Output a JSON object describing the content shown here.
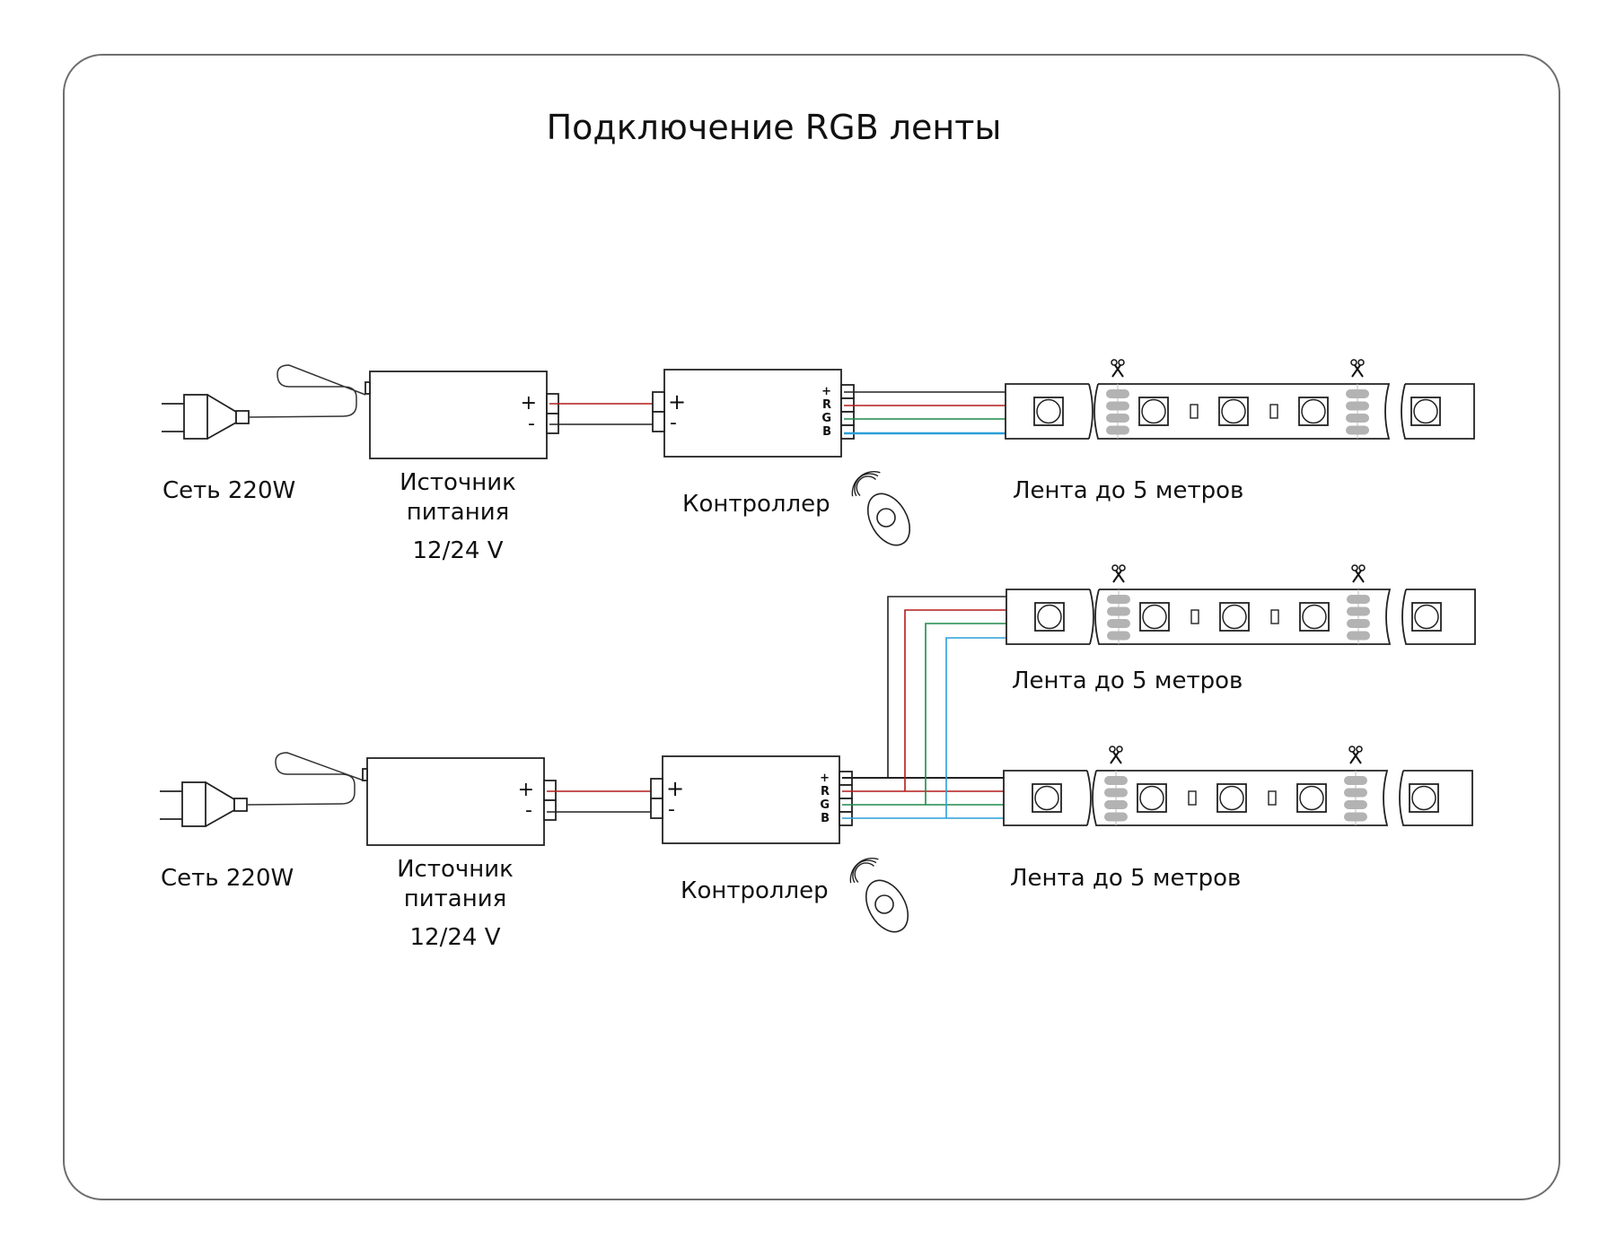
{
  "title": "Подключение RGB ленты",
  "colors": {
    "frame": "#6e6e6e",
    "wire_plus": "#222222",
    "wire_r": "#b31b1b",
    "wire_g": "#1f8a4c",
    "wire_b": "#2a9fd8",
    "pad": "#b3b3b3",
    "text": "#111111"
  },
  "labels": {
    "mains": "Сеть 220W",
    "psu_line1": "Источник",
    "psu_line2": "питания",
    "psu_line3": "12/24 V",
    "controller": "Контроллер",
    "strip": "Лента до 5 метров",
    "plus": "+",
    "minus": "-",
    "ch_plus": "+",
    "ch_r": "R",
    "ch_g": "G",
    "ch_b": "B"
  },
  "icons": {
    "plug": "plug-icon",
    "remote": "remote-control-icon",
    "signal": "wireless-signal-icon",
    "scissors": "scissors-icon",
    "led": "led-chip-icon",
    "resistor": "resistor-icon"
  },
  "diagrams": [
    {
      "name": "single-strip-connection",
      "strips": 1
    },
    {
      "name": "two-strip-connection",
      "strips": 2
    }
  ]
}
